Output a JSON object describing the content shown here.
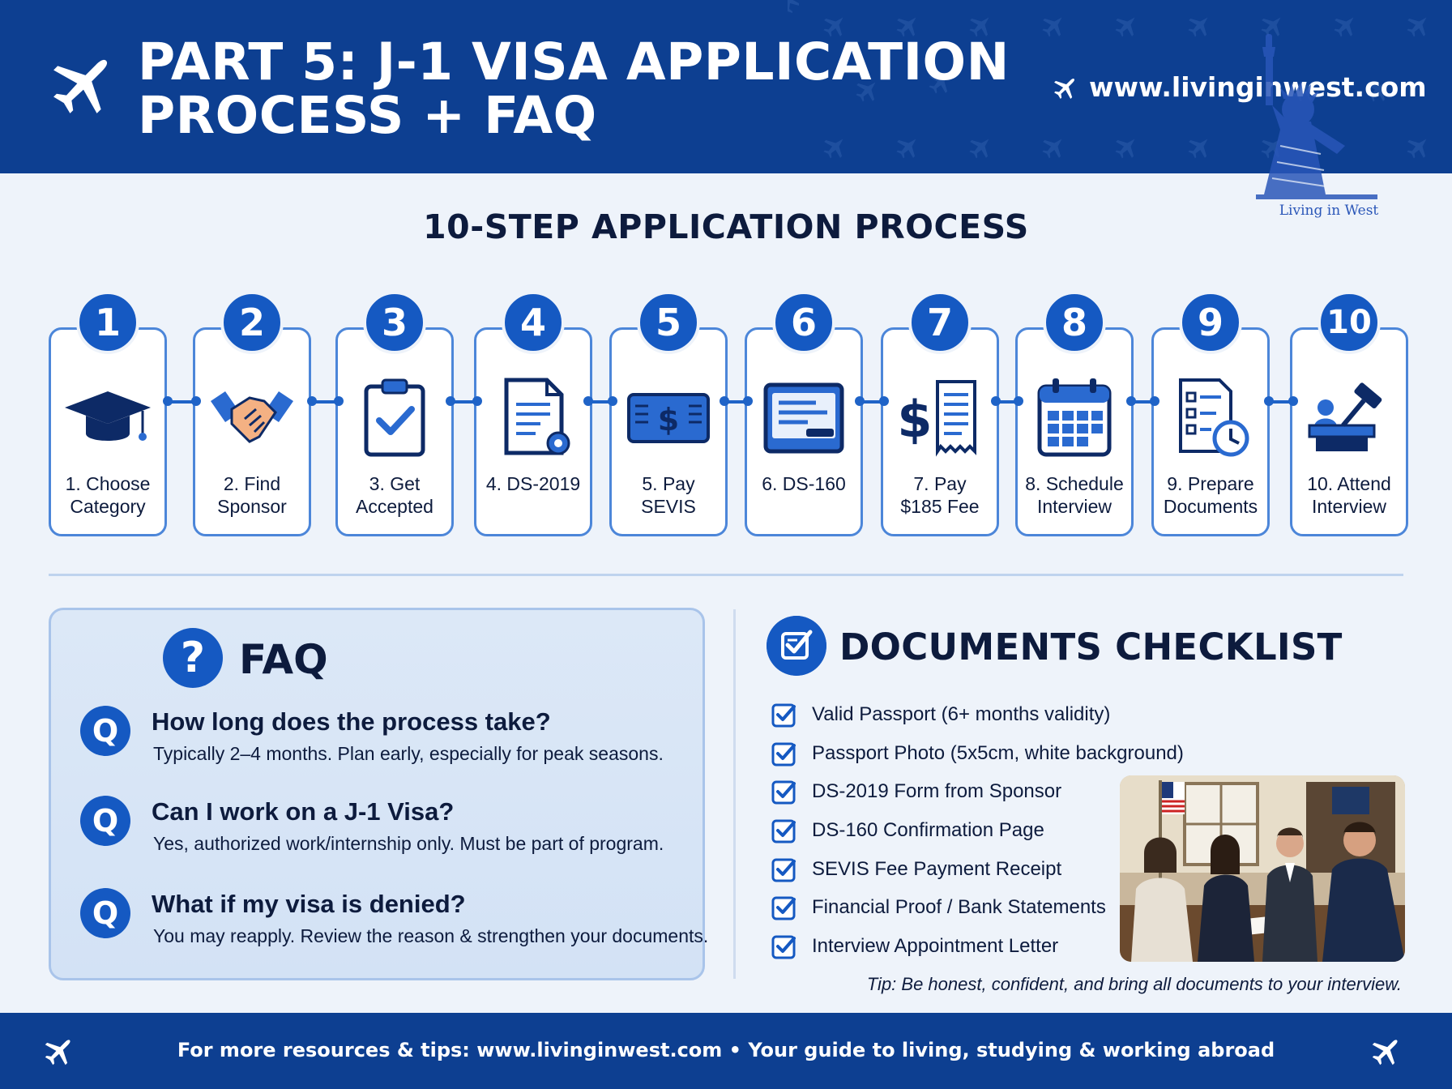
{
  "header": {
    "title_line1": "PART 5: J-1 VISA APPLICATION",
    "title_line2": "PROCESS + FAQ",
    "website": "www.livinginwest.com",
    "logo_text": "Living in West"
  },
  "steps_section": {
    "title": "10-STEP APPLICATION PROCESS",
    "steps": [
      {
        "num": "1",
        "label_l1": "1. Choose",
        "label_l2": "Category",
        "icon": "graduation-cap-icon"
      },
      {
        "num": "2",
        "label_l1": "2. Find",
        "label_l2": "Sponsor",
        "icon": "handshake-icon"
      },
      {
        "num": "3",
        "label_l1": "3. Get",
        "label_l2": "Accepted",
        "icon": "clipboard-check-icon"
      },
      {
        "num": "4",
        "label_l1": "4. DS-2019",
        "label_l2": "",
        "icon": "document-gear-icon"
      },
      {
        "num": "5",
        "label_l1": "5. Pay",
        "label_l2": "SEVIS",
        "icon": "money-bill-icon"
      },
      {
        "num": "6",
        "label_l1": "6. DS-160",
        "label_l2": "",
        "icon": "online-form-icon"
      },
      {
        "num": "7",
        "label_l1": "7. Pay",
        "label_l2": "$185 Fee",
        "icon": "dollar-receipt-icon"
      },
      {
        "num": "8",
        "label_l1": "8. Schedule",
        "label_l2": "Interview",
        "icon": "calendar-icon"
      },
      {
        "num": "9",
        "label_l1": "9. Prepare",
        "label_l2": "Documents",
        "icon": "checklist-clock-icon"
      },
      {
        "num": "10",
        "label_l1": "10. Attend",
        "label_l2": "Interview",
        "icon": "gavel-podium-icon"
      }
    ]
  },
  "faq": {
    "title": "FAQ",
    "badge": "Q",
    "items": [
      {
        "question": "How long does the process take?",
        "answer": "Typically 2–4 months. Plan early, especially for peak seasons."
      },
      {
        "question": "Can I work on a J-1 Visa?",
        "answer": "Yes, authorized work/internship only. Must be part of program."
      },
      {
        "question": "What if my visa is denied?",
        "answer": "You may reapply. Review the reason & strengthen your documents."
      }
    ]
  },
  "checklist": {
    "title": "DOCUMENTS CHECKLIST",
    "items": [
      "Valid Passport (6+ months validity)",
      "Passport Photo (5x5cm, white background)",
      "DS-2019 Form from Sponsor",
      "DS-160 Confirmation Page",
      "SEVIS Fee Payment Receipt",
      "Financial Proof / Bank Statements",
      "Interview Appointment Letter"
    ],
    "tip": "Tip: Be honest, confident, and bring all documents to your interview."
  },
  "footer": {
    "text": "For more resources & tips: www.livinginwest.com • Your guide to living, studying & working abroad"
  },
  "colors": {
    "primary": "#0d3f91",
    "accent": "#1559c2",
    "background": "#eef3fa"
  }
}
